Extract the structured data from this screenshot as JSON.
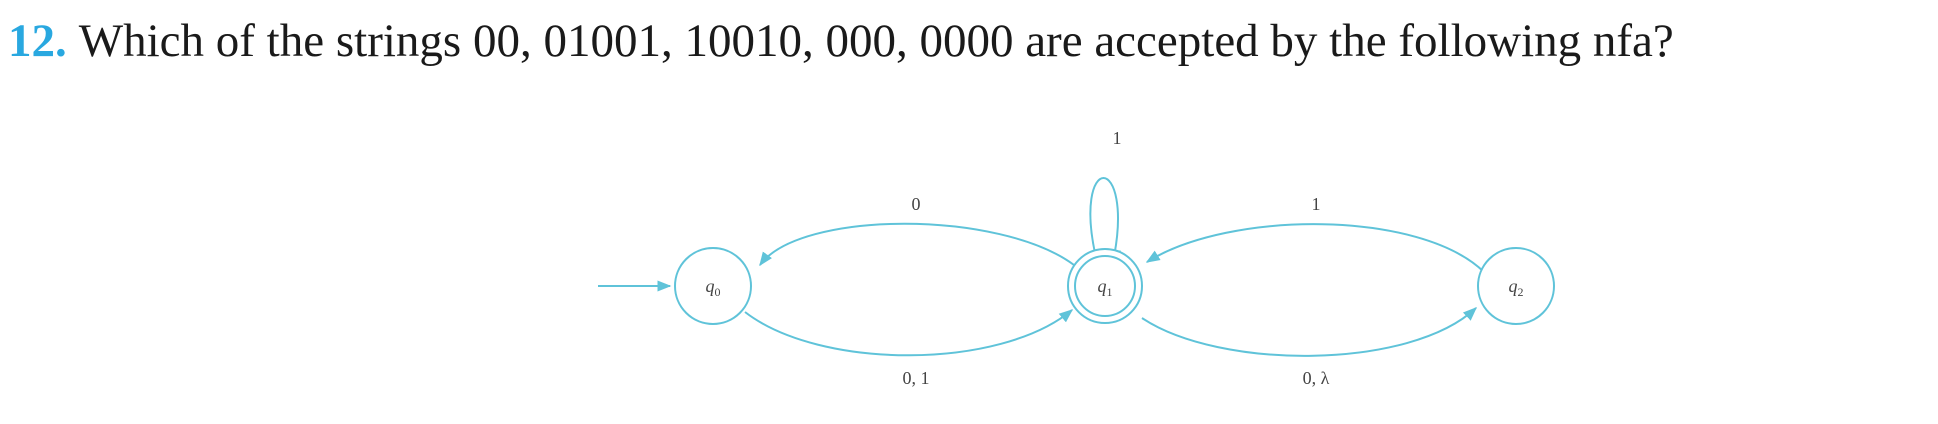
{
  "question": {
    "number": "12.",
    "text": "Which of the strings 00, 01001, 10010, 000, 0000 are accepted by the following nfa?"
  },
  "colors": {
    "accent": "#29a8e0",
    "edge": "#5fc3d9",
    "text": "#1a1a1a"
  },
  "nfa": {
    "states": [
      {
        "name": "q",
        "sub": "0",
        "initial": true,
        "final": false
      },
      {
        "name": "q",
        "sub": "1",
        "initial": false,
        "final": true
      },
      {
        "name": "q",
        "sub": "2",
        "initial": false,
        "final": false
      }
    ],
    "transitions": [
      {
        "from": "q0",
        "to": "q1",
        "label": "0, 1"
      },
      {
        "from": "q1",
        "to": "q0",
        "label": "0"
      },
      {
        "from": "q1",
        "to": "q1",
        "label": "1"
      },
      {
        "from": "q1",
        "to": "q2",
        "label": "0, λ"
      },
      {
        "from": "q2",
        "to": "q1",
        "label": "1"
      }
    ]
  }
}
